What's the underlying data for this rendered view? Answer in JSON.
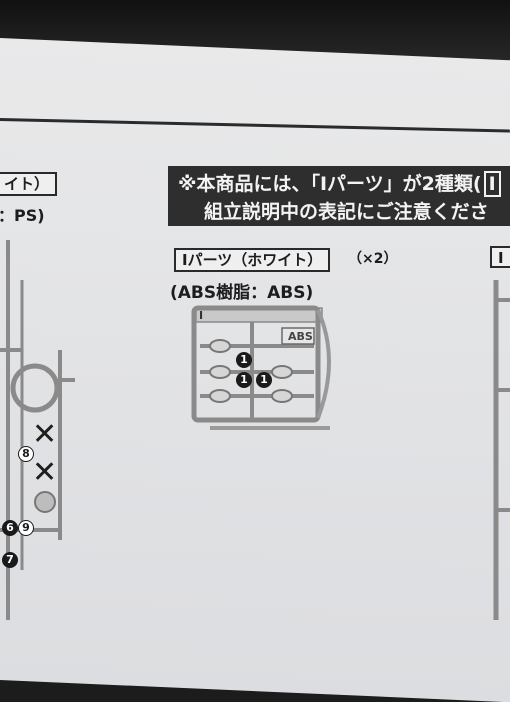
{
  "left_label": "イト）",
  "left_material": "：PS)",
  "notice_line1": "※本商品には、「Iパーツ」が2種類(",
  "notice_line2": "組立説明中の表記にご注意くださ",
  "notice_bracket": "I",
  "part_label": "Iパーツ（ホワイト）",
  "part_count": "（×2）",
  "part_material": "(ABS樹脂：ABS)",
  "runner_tag": "ABS",
  "runner_letter": "I",
  "runner_markers": [
    "1",
    "1",
    "1"
  ],
  "left_markers": [
    "8",
    "6",
    "9",
    "7"
  ],
  "right_label": "I"
}
